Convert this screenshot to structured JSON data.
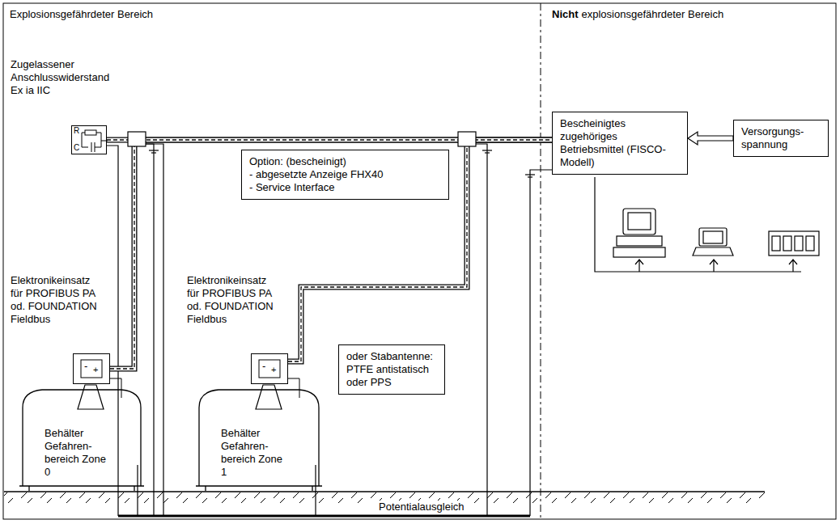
{
  "diagram": {
    "nodes": [
      {
        "text": [
          "Zugelassener Anschlusswiderstand Ex ia IIC",
          "R",
          "C"
        ]
      },
      {
        "text": [
          "Bescheinigtes zugehöriges Betriebsmittel (FISCO-Modell)"
        ]
      },
      {
        "text": [
          "Versorgungs- spannung"
        ]
      },
      {
        "text": [
          "Option: (bescheinigt)",
          "- abgesetzte Anzeige FHX40",
          "- Service Interface"
        ]
      },
      {
        "text": [
          "Elektronikeinsatz für PROFIBUS PA od. FOUNDATION Fieldbus",
          "-",
          "+"
        ]
      },
      {
        "text": [
          "Elektronikeinsatz für PROFIBUS PA od. FOUNDATION Fieldbus",
          "-",
          "+"
        ]
      },
      {
        "text": [
          "Behälter Gefahren- bereich Zone 0"
        ]
      },
      {
        "text": [
          "Behälter Gefahren- bereich Zone 1"
        ]
      },
      {
        "text": [
          "oder Stabantenne: PTFE antistatisch oder PPS"
        ]
      }
    ],
    "edges": [
      {
        "from": 0,
        "to": 1,
        "arrow": "none"
      },
      {
        "from": 4,
        "to": 1,
        "arrow": "none"
      },
      {
        "from": 5,
        "to": 1,
        "arrow": "none"
      },
      {
        "from": 2,
        "to": 1,
        "arrow": "to"
      }
    ],
    "labels": [
      "Explosionsgefährdeter Bereich",
      "Nicht",
      "explosionsgefährdeter Bereich",
      "Potentialausgleich"
    ]
  }
}
